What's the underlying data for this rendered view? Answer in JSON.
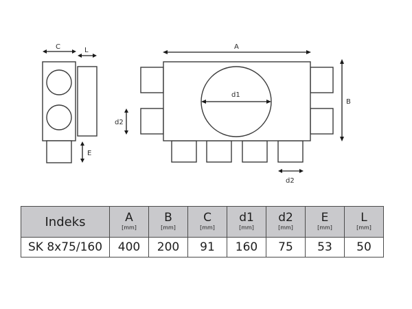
{
  "diagram": {
    "labels": {
      "A": "A",
      "B": "B",
      "C": "C",
      "L": "L",
      "E": "E",
      "d1": "d1",
      "d2_left": "d2",
      "d2_bottom": "d2"
    }
  },
  "table": {
    "index_header": "Indeks",
    "columns": [
      {
        "letter": "A",
        "unit": "[mm]"
      },
      {
        "letter": "B",
        "unit": "[mm]"
      },
      {
        "letter": "C",
        "unit": "[mm]"
      },
      {
        "letter": "d1",
        "unit": "[mm]"
      },
      {
        "letter": "d2",
        "unit": "[mm]"
      },
      {
        "letter": "E",
        "unit": "[mm]"
      },
      {
        "letter": "L",
        "unit": "[mm]"
      }
    ],
    "rows": [
      {
        "index": "SK 8x75/160",
        "values": [
          "400",
          "200",
          "91",
          "160",
          "75",
          "53",
          "50"
        ]
      }
    ]
  },
  "colors": {
    "header_bg": "#c9c9cc",
    "line": "#3a3a3a"
  }
}
